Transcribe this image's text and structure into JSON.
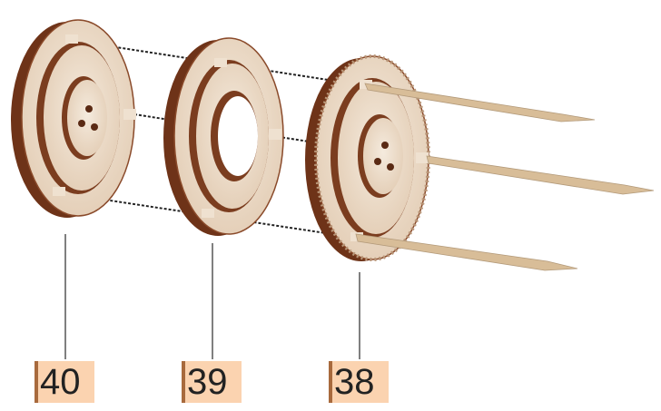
{
  "parts": [
    {
      "label": "40",
      "name": "wheel-40"
    },
    {
      "label": "39",
      "name": "wheel-39"
    },
    {
      "label": "38",
      "name": "wheel-38"
    }
  ],
  "colors": {
    "wood_face": "#efe1d0",
    "wood_edge": "#7b3d1f",
    "wood_dark": "#5a2a14",
    "skewer": "#d8bd98",
    "label_bg": "#fbd3b0",
    "label_border": "#a86a3d",
    "leader_line": "#555555",
    "dashed_line": "#222222"
  }
}
